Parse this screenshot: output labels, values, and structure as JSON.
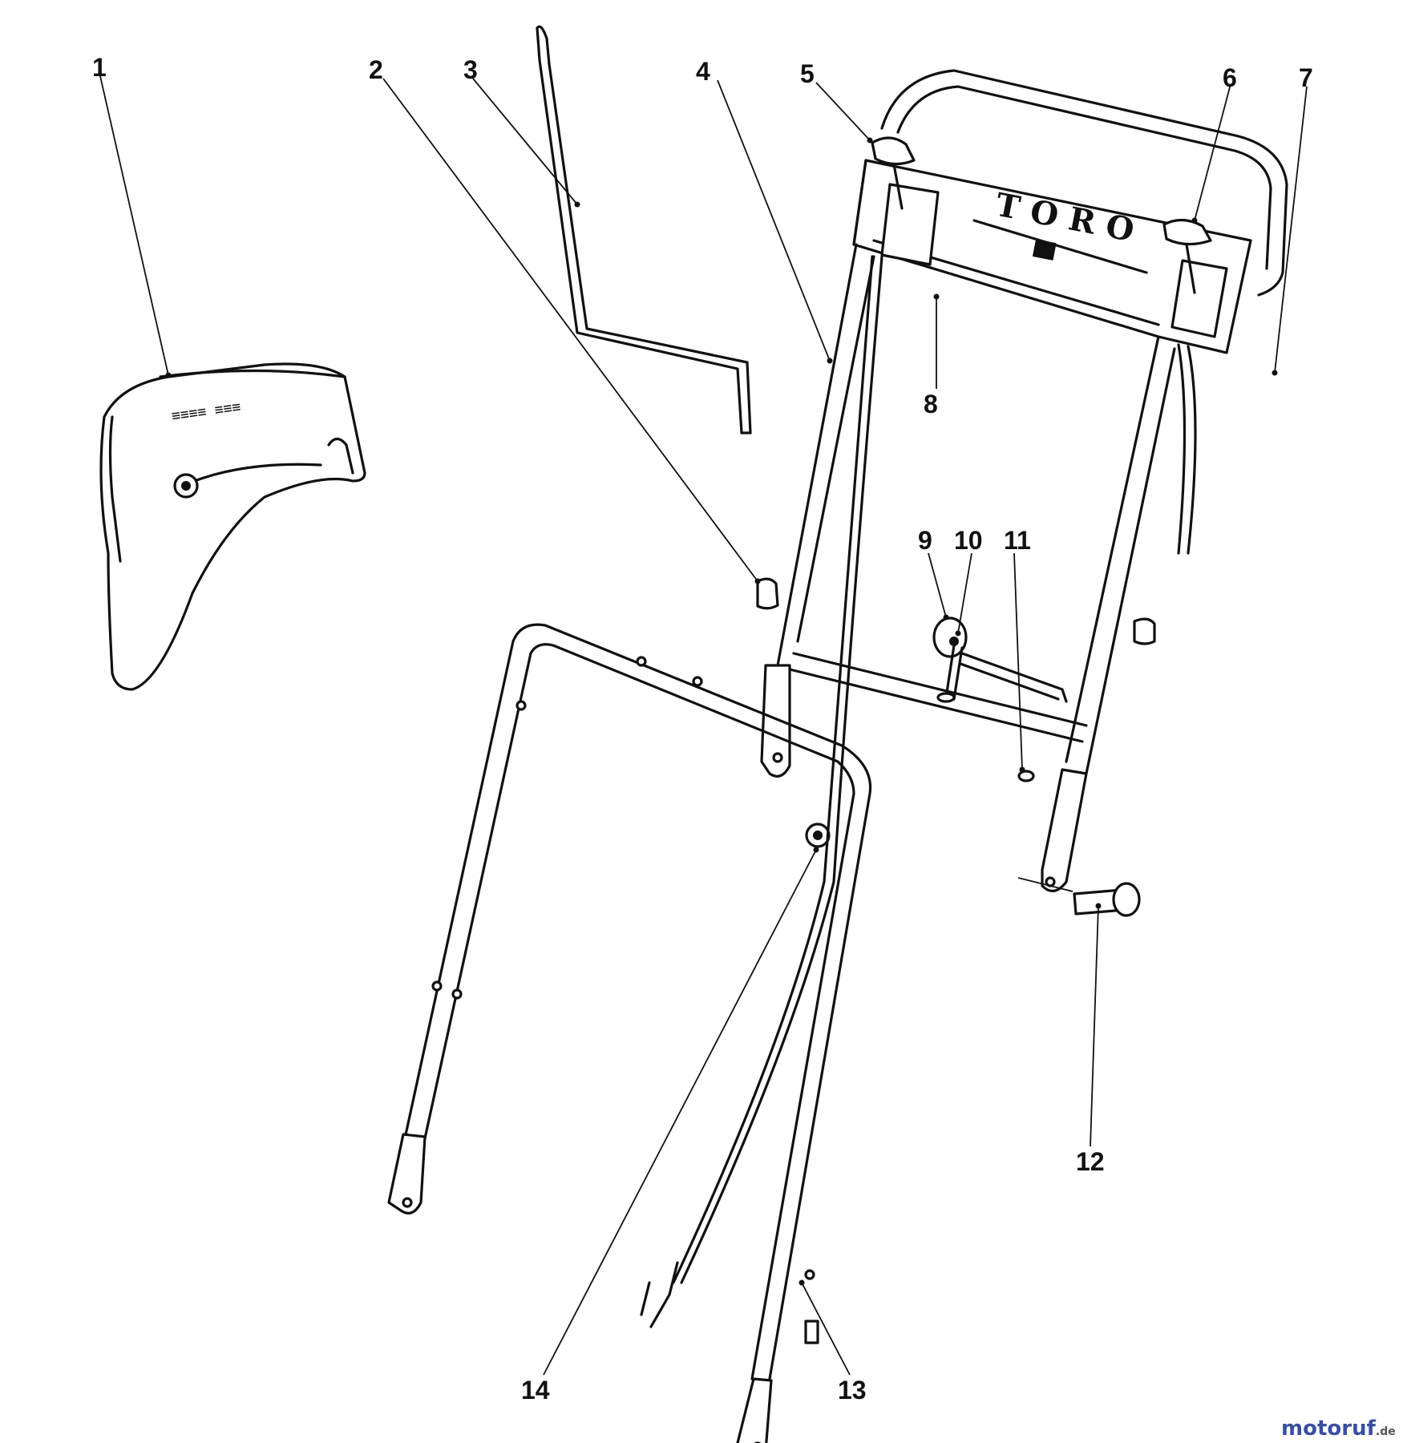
{
  "brand_text": "TORO",
  "watermark": {
    "text": "motoruf",
    "suffix": ".de"
  },
  "callouts": [
    {
      "id": "1",
      "label": "1"
    },
    {
      "id": "2",
      "label": "2"
    },
    {
      "id": "3",
      "label": "3"
    },
    {
      "id": "4",
      "label": "4"
    },
    {
      "id": "5",
      "label": "5"
    },
    {
      "id": "6",
      "label": "6"
    },
    {
      "id": "7",
      "label": "7"
    },
    {
      "id": "8",
      "label": "8"
    },
    {
      "id": "9",
      "label": "9"
    },
    {
      "id": "10",
      "label": "10"
    },
    {
      "id": "11",
      "label": "11"
    },
    {
      "id": "12",
      "label": "12"
    },
    {
      "id": "13",
      "label": "13"
    },
    {
      "id": "14",
      "label": "14"
    }
  ]
}
